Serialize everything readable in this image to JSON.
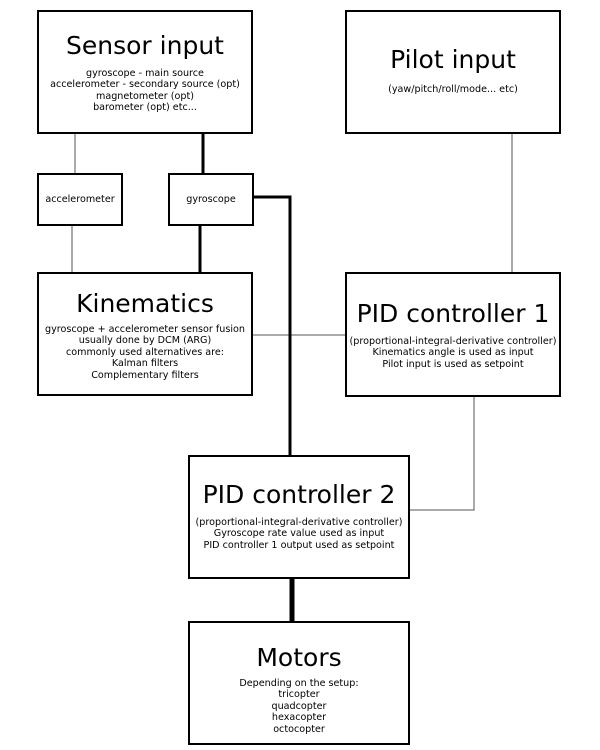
{
  "sensor_input": {
    "title": "Sensor input",
    "lines": [
      "gyroscope - main source",
      "accelerometer - secondary source (opt)",
      "magnetometer (opt)",
      "barometer (opt) etc..."
    ]
  },
  "pilot_input": {
    "title": "Pilot input",
    "lines": [
      "(yaw/pitch/roll/mode... etc)"
    ]
  },
  "accelerometer": {
    "label": "accelerometer"
  },
  "gyroscope": {
    "label": "gyroscope"
  },
  "kinematics": {
    "title": "Kinematics",
    "lines": [
      "gyroscope + accelerometer sensor fusion",
      "usually done by DCM (ARG)",
      "commonly used alternatives are:",
      "Kalman filters",
      "Complementary filters"
    ]
  },
  "pid1": {
    "title": "PID controller 1",
    "lines": [
      "(proportional-integral-derivative controller)",
      "Kinematics angle is used as input",
      "Pilot input is used as setpoint"
    ]
  },
  "pid2": {
    "title": "PID controller 2",
    "lines": [
      "(proportional-integral-derivative controller)",
      "Gyroscope rate value used as input",
      "PID controller 1 output used as setpoint"
    ]
  },
  "motors": {
    "title": "Motors",
    "lines": [
      "Depending on the setup:",
      "tricopter",
      "quadcopter",
      "hexacopter",
      "octocopter"
    ]
  }
}
